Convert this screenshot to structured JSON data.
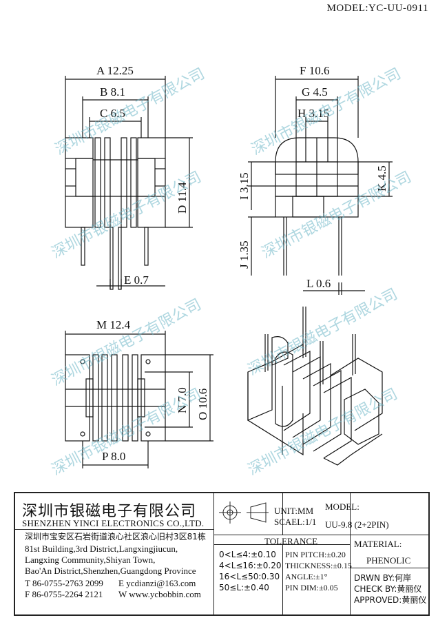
{
  "model_label": "MODEL:YC-UU-0911",
  "watermark": "深圳市银磁电子有限公司",
  "dimensions": {
    "A": "A 12.25",
    "B": "B 8.1",
    "C": "C 6.5",
    "D": "D 11.4",
    "E": "E 0.7",
    "F": "F 10.6",
    "G": "G 4.5",
    "H": "H 3.15",
    "I": "I 3.15",
    "J": "J 1.35",
    "K": "K 4.5",
    "L": "L 0.6",
    "M": "M 12.4",
    "N": "N 7.0",
    "O": "O 10.6",
    "P": "P 8.0"
  },
  "title_block": {
    "company_cn": "深圳市银磁电子有限公司",
    "company_en": "SHENZHEN YINCI ELECTRONICS CO.,LTD.",
    "address_lines": [
      "深圳市宝安区石岩街道浪心社区浪心旧村3区81栋",
      "81st Building,3rd District,Langxingjiucun,",
      "Langxing Community,Shiyan Town,",
      "Bao'An District,Shenzhen,Guangdong Province"
    ],
    "tel": "T 86-0755-2763 2099",
    "email": "E ycdianzi@163.com",
    "fax": "F 86-0755-2264 2121",
    "web": "W www.ycbobbin.com",
    "unit": "UNIT:MM",
    "scale": "SCAEL:1/1",
    "model_title": "MODEL:",
    "model_value": "UU-9.8 (2+2PIN)",
    "tolerance_title": "TOLERANCE",
    "tolerances_left": [
      "0<L≤4:±0.10",
      "4<L≤16:±0.20",
      "16<L≤50:0.30",
      "50≤L:±0.40"
    ],
    "tolerances_right": [
      "PIN PITCH:±0.20",
      "THICKNESS:±0.15",
      "ANGLE:±1°",
      "PIN DIM:±0.05"
    ],
    "material_title": "MATERIAL:",
    "material_value": "PHENOLIC",
    "drawn_by": "DRWN BY:何岸",
    "check_by": "CHECK BY:黄丽仪",
    "approved": "APPROVED:黄丽仪"
  }
}
